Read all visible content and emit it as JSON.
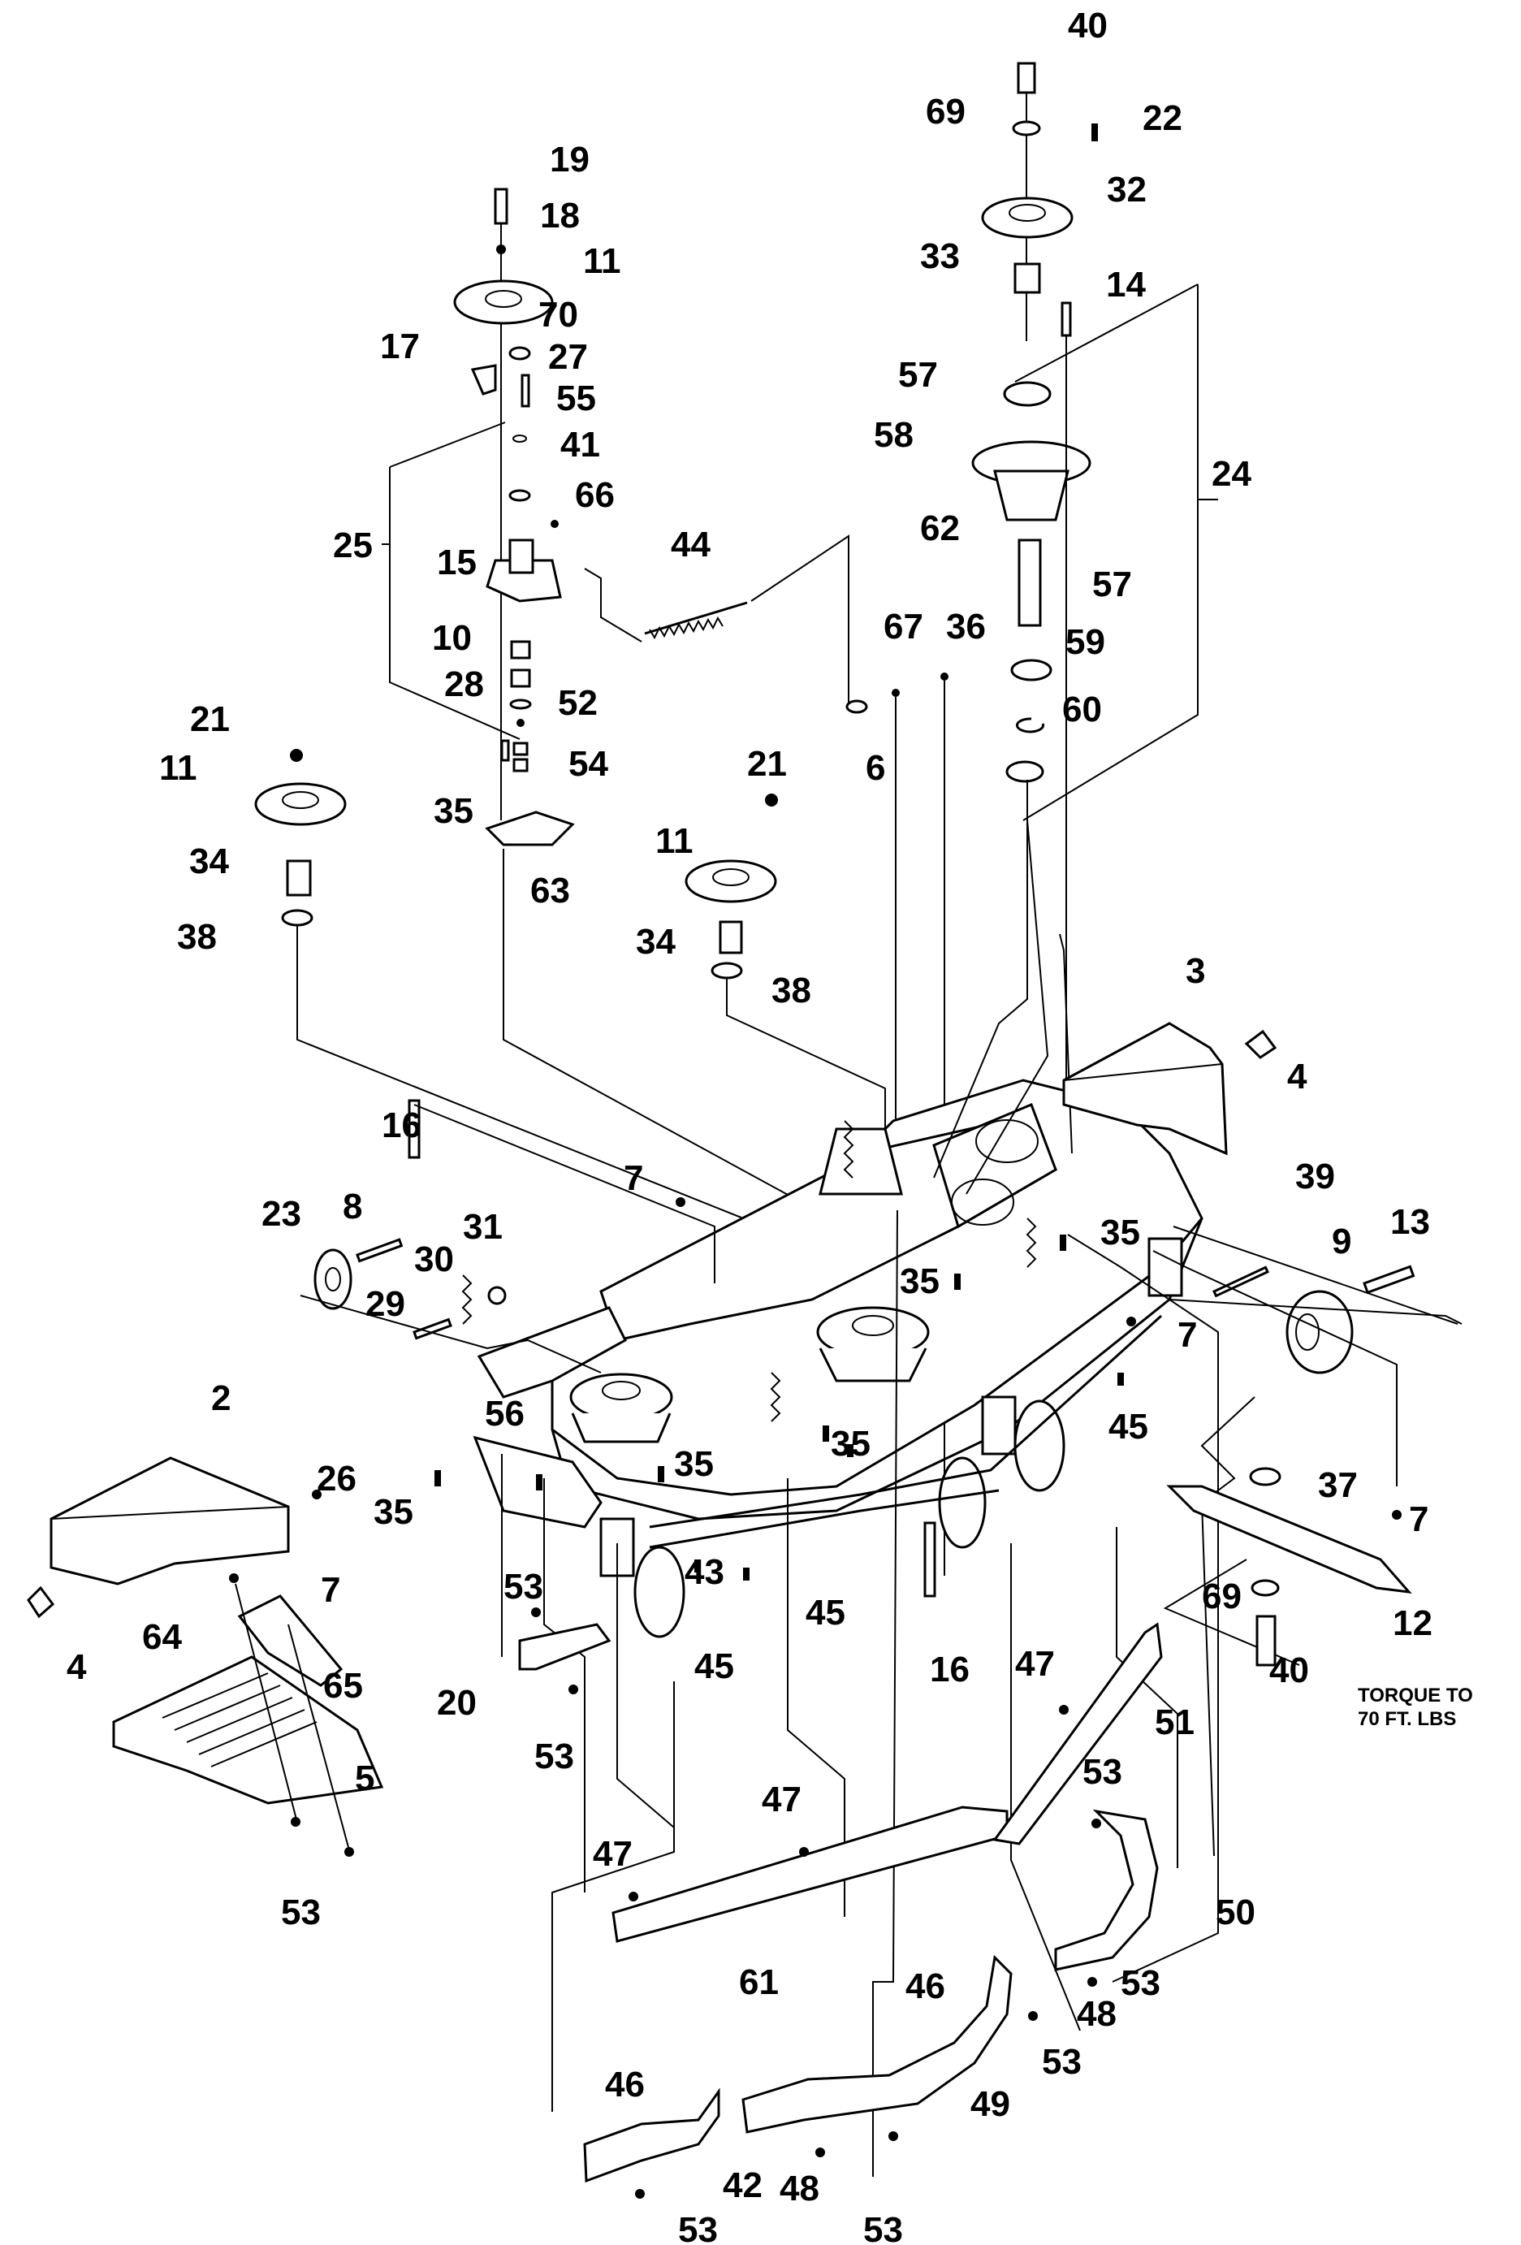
{
  "callouts": [
    {
      "id": "c40a",
      "text": "40"
    },
    {
      "id": "c69a",
      "text": "69"
    },
    {
      "id": "c22",
      "text": "22"
    },
    {
      "id": "c32",
      "text": "32"
    },
    {
      "id": "c33",
      "text": "33"
    },
    {
      "id": "c14",
      "text": "14"
    },
    {
      "id": "c57a",
      "text": "57"
    },
    {
      "id": "c58",
      "text": "58"
    },
    {
      "id": "c24",
      "text": "24"
    },
    {
      "id": "c62",
      "text": "62"
    },
    {
      "id": "c57b",
      "text": "57"
    },
    {
      "id": "c59",
      "text": "59"
    },
    {
      "id": "c60",
      "text": "60"
    },
    {
      "id": "c19",
      "text": "19"
    },
    {
      "id": "c18",
      "text": "18"
    },
    {
      "id": "c11a",
      "text": "11"
    },
    {
      "id": "c70",
      "text": "70"
    },
    {
      "id": "c17",
      "text": "17"
    },
    {
      "id": "c27",
      "text": "27"
    },
    {
      "id": "c55",
      "text": "55"
    },
    {
      "id": "c41",
      "text": "41"
    },
    {
      "id": "c66",
      "text": "66"
    },
    {
      "id": "c25",
      "text": "25"
    },
    {
      "id": "c15",
      "text": "15"
    },
    {
      "id": "c44",
      "text": "44"
    },
    {
      "id": "c10",
      "text": "10"
    },
    {
      "id": "c28",
      "text": "28"
    },
    {
      "id": "c52",
      "text": "52"
    },
    {
      "id": "c67",
      "text": "67"
    },
    {
      "id": "c36",
      "text": "36"
    },
    {
      "id": "c6",
      "text": "6"
    },
    {
      "id": "c21a",
      "text": "21"
    },
    {
      "id": "c11b",
      "text": "11"
    },
    {
      "id": "c35a",
      "text": "35"
    },
    {
      "id": "c54",
      "text": "54"
    },
    {
      "id": "c63",
      "text": "63"
    },
    {
      "id": "c21b",
      "text": "21"
    },
    {
      "id": "c11c",
      "text": "11"
    },
    {
      "id": "c34a",
      "text": "34"
    },
    {
      "id": "c38a",
      "text": "38"
    },
    {
      "id": "c34b",
      "text": "34"
    },
    {
      "id": "c38b",
      "text": "38"
    },
    {
      "id": "c3",
      "text": "3"
    },
    {
      "id": "c4a",
      "text": "4"
    },
    {
      "id": "c16a",
      "text": "16"
    },
    {
      "id": "c7a",
      "text": "7"
    },
    {
      "id": "c23",
      "text": "23"
    },
    {
      "id": "c8",
      "text": "8"
    },
    {
      "id": "c30",
      "text": "30"
    },
    {
      "id": "c31",
      "text": "31"
    },
    {
      "id": "c29",
      "text": "29"
    },
    {
      "id": "c39",
      "text": "39"
    },
    {
      "id": "c9",
      "text": "9"
    },
    {
      "id": "c13",
      "text": "13"
    },
    {
      "id": "c35b",
      "text": "35"
    },
    {
      "id": "c35c",
      "text": "35"
    },
    {
      "id": "c7b",
      "text": "7"
    },
    {
      "id": "c2",
      "text": "2"
    },
    {
      "id": "c56",
      "text": "56"
    },
    {
      "id": "c35d",
      "text": "35"
    },
    {
      "id": "c45a",
      "text": "45"
    },
    {
      "id": "c26",
      "text": "26"
    },
    {
      "id": "c35e",
      "text": "35"
    },
    {
      "id": "c35f",
      "text": "35"
    },
    {
      "id": "c37",
      "text": "37"
    },
    {
      "id": "c7c",
      "text": "7"
    },
    {
      "id": "c43",
      "text": "43"
    },
    {
      "id": "c53a",
      "text": "53"
    },
    {
      "id": "c45b",
      "text": "45"
    },
    {
      "id": "c69b",
      "text": "69"
    },
    {
      "id": "c12",
      "text": "12"
    },
    {
      "id": "c4b",
      "text": "4"
    },
    {
      "id": "c64",
      "text": "64"
    },
    {
      "id": "c7d",
      "text": "7"
    },
    {
      "id": "c65",
      "text": "65"
    },
    {
      "id": "c20",
      "text": "20"
    },
    {
      "id": "c45c",
      "text": "45"
    },
    {
      "id": "c16b",
      "text": "16"
    },
    {
      "id": "c40b",
      "text": "40"
    },
    {
      "id": "c47a",
      "text": "47"
    },
    {
      "id": "c51",
      "text": "51"
    },
    {
      "id": "c53b",
      "text": "53"
    },
    {
      "id": "c5",
      "text": "5"
    },
    {
      "id": "c53c",
      "text": "53"
    },
    {
      "id": "c47b",
      "text": "47"
    },
    {
      "id": "c53d",
      "text": "53"
    },
    {
      "id": "c47c",
      "text": "47"
    },
    {
      "id": "c50",
      "text": "50"
    },
    {
      "id": "c61",
      "text": "61"
    },
    {
      "id": "c46a",
      "text": "46"
    },
    {
      "id": "c53e",
      "text": "53"
    },
    {
      "id": "c48a",
      "text": "48"
    },
    {
      "id": "c53f",
      "text": "53"
    },
    {
      "id": "c46b",
      "text": "46"
    },
    {
      "id": "c49",
      "text": "49"
    },
    {
      "id": "c48b",
      "text": "48"
    },
    {
      "id": "c42",
      "text": "42"
    },
    {
      "id": "c53g",
      "text": "53"
    },
    {
      "id": "c53h",
      "text": "53"
    }
  ],
  "note": {
    "line1": "TORQUE TO",
    "line2": "70 FT. LBS"
  }
}
